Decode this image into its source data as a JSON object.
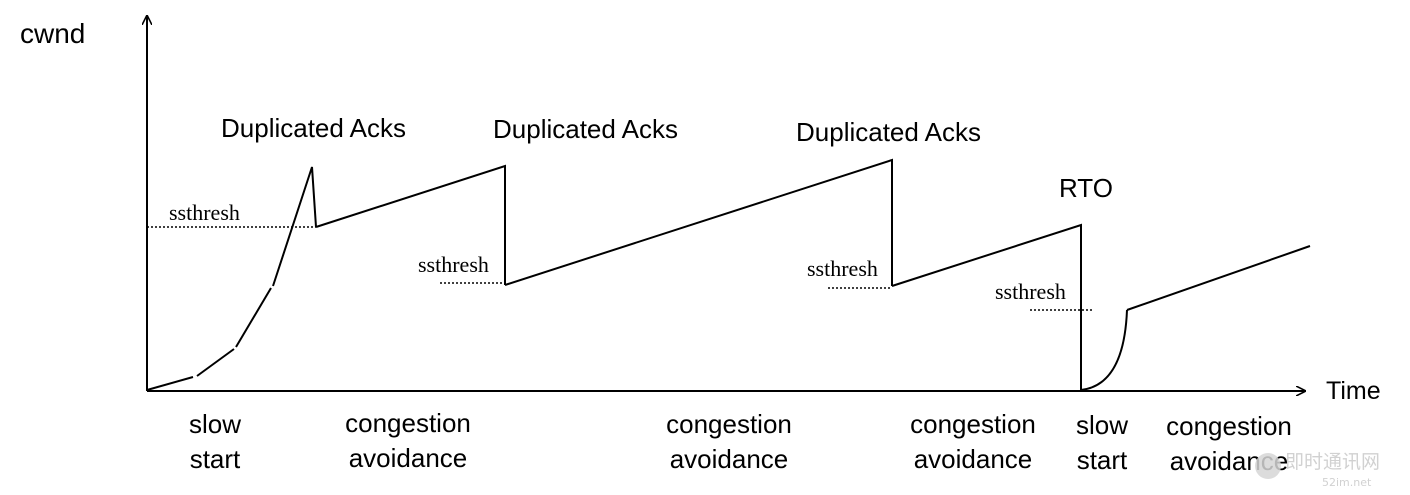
{
  "axes": {
    "y_label": "cwnd",
    "x_label": "Time"
  },
  "events": [
    {
      "label": "Duplicated Acks"
    },
    {
      "label": "Duplicated Acks"
    },
    {
      "label": "Duplicated Acks"
    },
    {
      "label": "RTO"
    }
  ],
  "thresholds": [
    {
      "label": "ssthresh"
    },
    {
      "label": "ssthresh"
    },
    {
      "label": "ssthresh"
    },
    {
      "label": "ssthresh"
    }
  ],
  "phases": [
    {
      "line1": "slow",
      "line2": "start"
    },
    {
      "line1": "congestion",
      "line2": "avoidance"
    },
    {
      "line1": "congestion",
      "line2": "avoidance"
    },
    {
      "line1": "congestion",
      "line2": "avoidance"
    },
    {
      "line1": "slow",
      "line2": "start"
    },
    {
      "line1": "congestion",
      "line2": "avoidance"
    }
  ],
  "watermark": {
    "text": "即时通讯网",
    "url": "52im.net"
  },
  "colors": {
    "line": "#000000",
    "watermark": "#c9c9c9"
  }
}
